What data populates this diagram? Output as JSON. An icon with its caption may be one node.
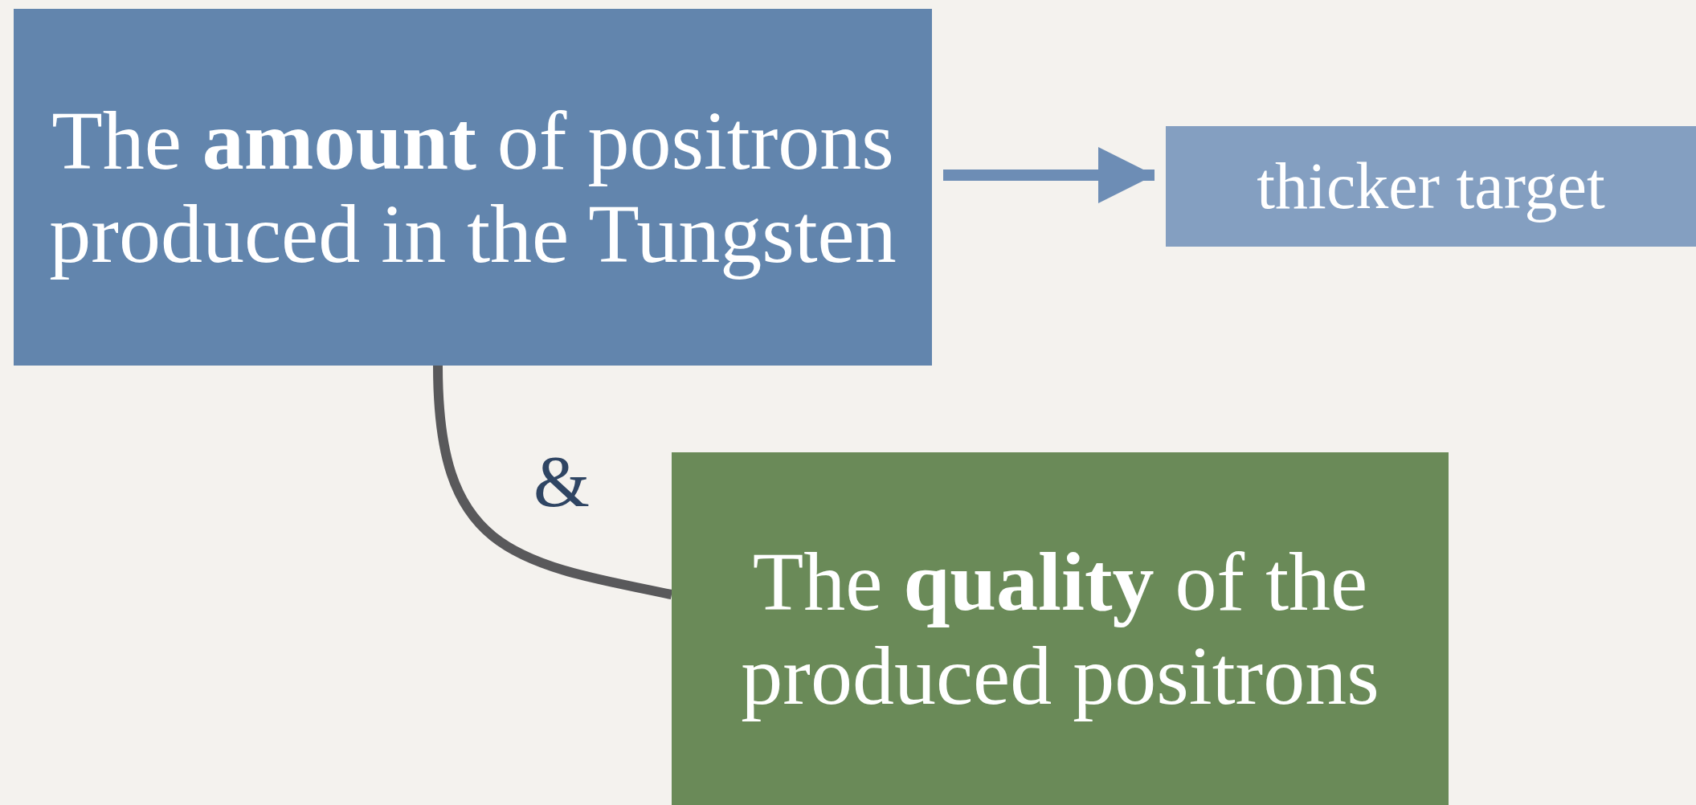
{
  "diagram": {
    "nodes": [
      {
        "text": [
          "The **amount** of positrons produced in the Tungsten"
        ]
      },
      {
        "text": [
          "thicker target"
        ]
      },
      {
        "text": [
          "The **quality** of the produced positrons"
        ]
      }
    ],
    "edges": [
      {
        "from": 0,
        "to": 1,
        "arrow": "to"
      },
      {
        "from": 0,
        "to": 2,
        "arrow": "none",
        "label": "&",
        "color": "#59595b"
      }
    ]
  }
}
